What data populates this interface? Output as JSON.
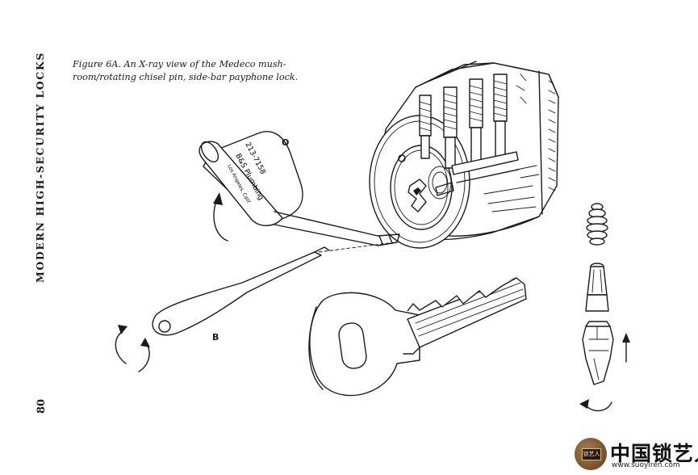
{
  "running_head": "MODERN HIGH-SECURITY LOCKS",
  "page_number": "80",
  "caption": {
    "line1": "Figure 6A. An X-ray view of the Medeco mush-",
    "line2": "room/rotating chisel pin, side-bar payphone lock."
  },
  "labels": {
    "o": "O",
    "b": "B"
  },
  "tool_inscription": {
    "line1": "B&S Plumbing",
    "line2": "Los Angeles, Calif",
    "line3": "213-7158"
  },
  "watermark": {
    "text": "中国锁艺人",
    "url": "www.suoyiren.com",
    "seal_text": "锁艺人"
  }
}
